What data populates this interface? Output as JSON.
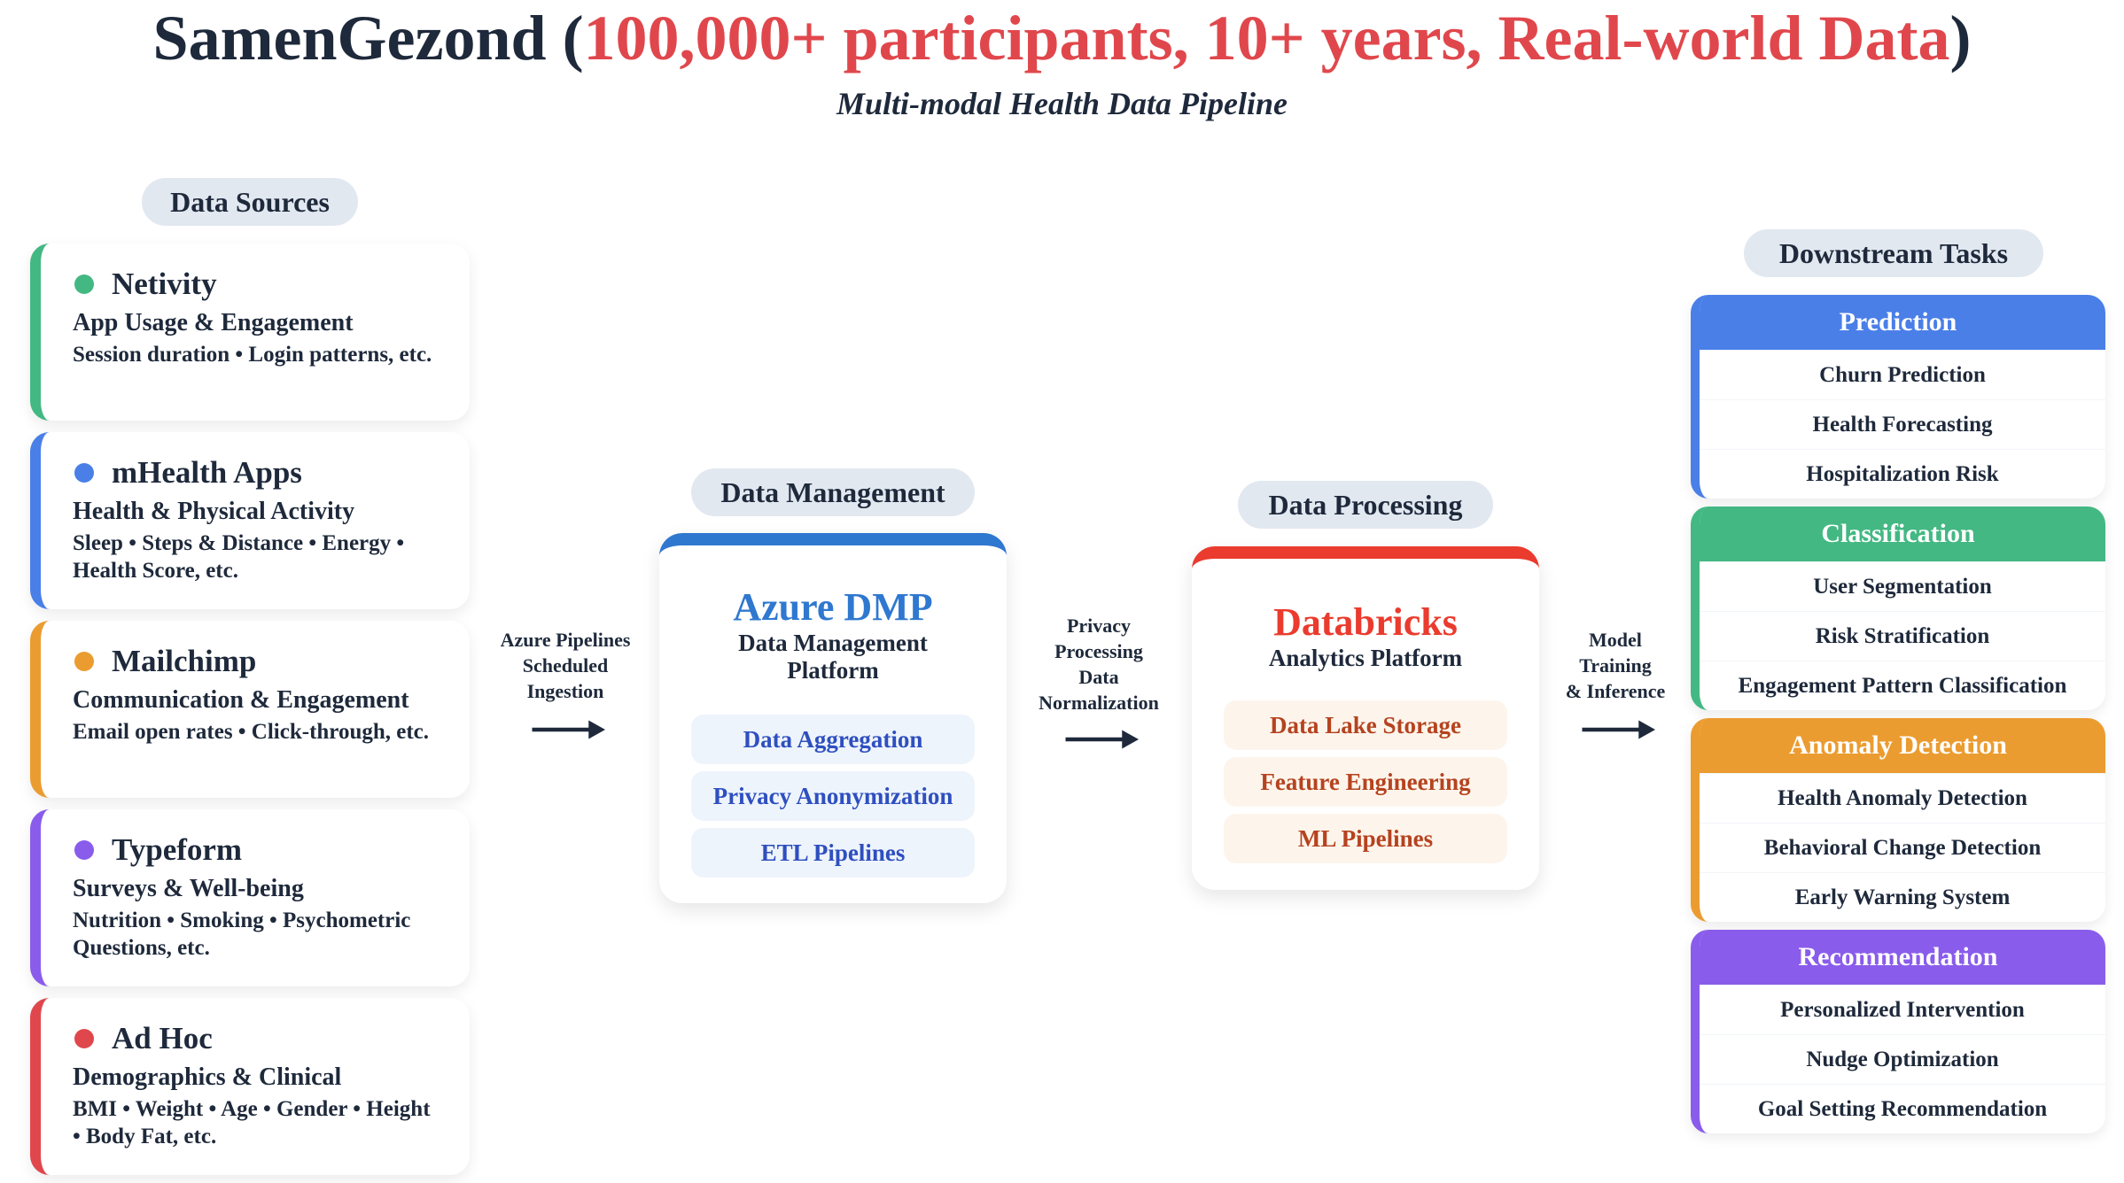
{
  "header": {
    "title_main": "SamenGezond",
    "title_open": " (",
    "title_highlight": "100,000+ participants, 10+ years, Real-world Data",
    "title_close": ")",
    "subtitle": "Multi-modal Health Data Pipeline"
  },
  "colors": {
    "text": "#1e293b",
    "highlight": "#e0474c",
    "pill_bg": "#e2e8f0",
    "green": "#43b883",
    "blue": "#4a7fe8",
    "orange": "#eb9c30",
    "purple": "#8a5ceb",
    "red": "#e0474c",
    "azure": "#2f78d0",
    "databricks": "#ea3b2e"
  },
  "sections": {
    "data_sources": "Data Sources",
    "data_management": "Data Management",
    "data_processing": "Data Processing",
    "downstream_tasks": "Downstream Tasks"
  },
  "sources": [
    {
      "name": "Netivity",
      "category": "App Usage & Engagement",
      "details": "Session duration • Login patterns, etc.",
      "color": "#43b883"
    },
    {
      "name": "mHealth Apps",
      "category": "Health & Physical Activity",
      "details": "Sleep • Steps & Distance • Energy • Health Score, etc.",
      "color": "#4a7fe8"
    },
    {
      "name": "Mailchimp",
      "category": "Communication & Engagement",
      "details": "Email open rates • Click-through, etc.",
      "color": "#eb9c30"
    },
    {
      "name": "Typeform",
      "category": "Surveys & Well-being",
      "details": "Nutrition • Smoking • Psychometric Questions, etc.",
      "color": "#8a5ceb"
    },
    {
      "name": "Ad Hoc",
      "category": "Demographics & Clinical",
      "details": "BMI • Weight • Age • Gender • Height • Body Fat, etc.",
      "color": "#e0474c"
    }
  ],
  "arrows": [
    {
      "lines": [
        "Azure Pipelines",
        "Scheduled",
        "Ingestion"
      ]
    },
    {
      "lines": [
        "Privacy",
        "Processing",
        "Data",
        "Normalization"
      ]
    },
    {
      "lines": [
        "Model",
        "Training",
        "& Inference"
      ]
    }
  ],
  "azure": {
    "name": "Azure DMP",
    "desc_lines": [
      "Data Management",
      "Platform"
    ],
    "features": [
      "Data Aggregation",
      "Privacy Anonymization",
      "ETL Pipelines"
    ]
  },
  "databricks": {
    "name": "Databricks",
    "desc": "Analytics Platform",
    "features": [
      "Data Lake Storage",
      "Feature Engineering",
      "ML Pipelines"
    ]
  },
  "tasks": [
    {
      "title": "Prediction",
      "color": "#4a7fe8",
      "items": [
        "Churn Prediction",
        "Health Forecasting",
        "Hospitalization Risk"
      ]
    },
    {
      "title": "Classification",
      "color": "#43b883",
      "items": [
        "User Segmentation",
        "Risk Stratification",
        "Engagement Pattern Classification"
      ]
    },
    {
      "title": "Anomaly Detection",
      "color": "#eb9c30",
      "items": [
        "Health Anomaly Detection",
        "Behavioral Change Detection",
        "Early Warning System"
      ]
    },
    {
      "title": "Recommendation",
      "color": "#8a5ceb",
      "items": [
        "Personalized Intervention",
        "Nudge Optimization",
        "Goal Setting Recommendation"
      ]
    }
  ]
}
